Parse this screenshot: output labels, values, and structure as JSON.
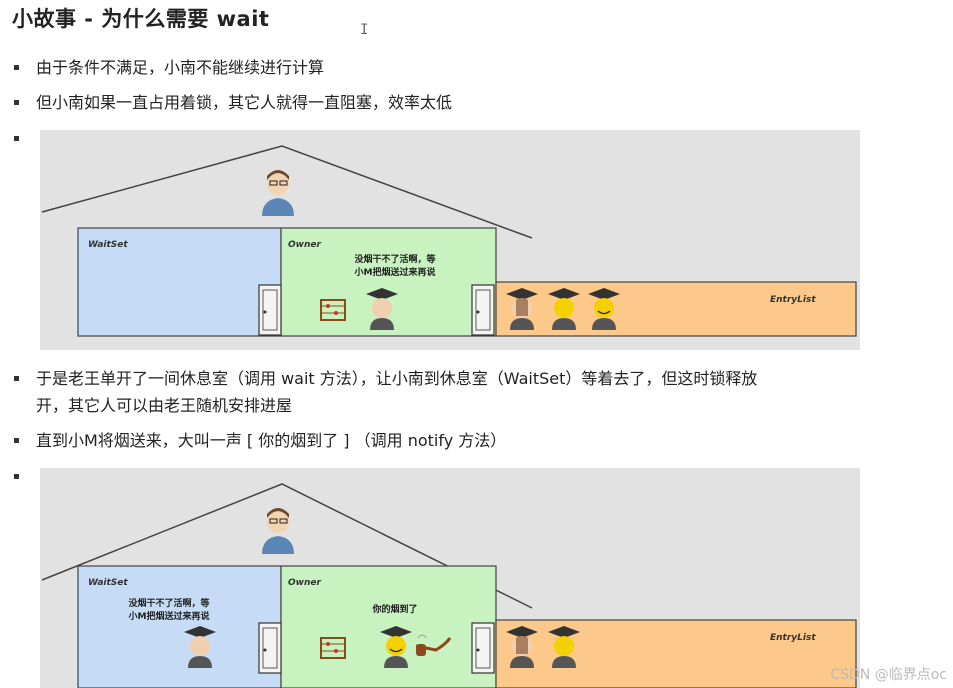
{
  "title": "小故事 - 为什么需要 wait",
  "cursor_glyph": "I",
  "bullets": {
    "b1": "由于条件不满足，小南不能继续进行计算",
    "b2": "但小南如果一直占用着锁，其它人就得一直阻塞，效率太低",
    "b3_line1": "于是老王单开了一间休息室（调用 wait 方法），让小南到休息室（WaitSet）等着去了，但这时锁释放",
    "b3_line2": "开，其它人可以由老王随机安排进屋",
    "b4": "直到小M将烟送来，大叫一声 [ 你的烟到了 ] （调用 notify 方法）"
  },
  "diagram1": {
    "waitset_label": "WaitSet",
    "owner_label": "Owner",
    "entrylist_label": "EntryList",
    "owner_speech_line1": "没烟干不了活啊，等",
    "owner_speech_line2": "小M把烟送过来再说"
  },
  "diagram2": {
    "waitset_label": "WaitSet",
    "owner_label": "Owner",
    "entrylist_label": "EntryList",
    "waitset_speech_line1": "没烟干不了活啊，等",
    "waitset_speech_line2": "小M把烟送过来再说",
    "owner_speech": "你的烟到了"
  },
  "watermark": "CSDN @临界点oc",
  "colors": {
    "waitset": "#c6dcf6",
    "owner": "#c8f2c0",
    "entrylist": "#fcc98a",
    "background": "#e2e2e2",
    "roof": "#444444"
  },
  "icons": [
    "monitor-person-icon",
    "student-icon",
    "abacus-icon",
    "door-icon",
    "pipe-icon"
  ]
}
